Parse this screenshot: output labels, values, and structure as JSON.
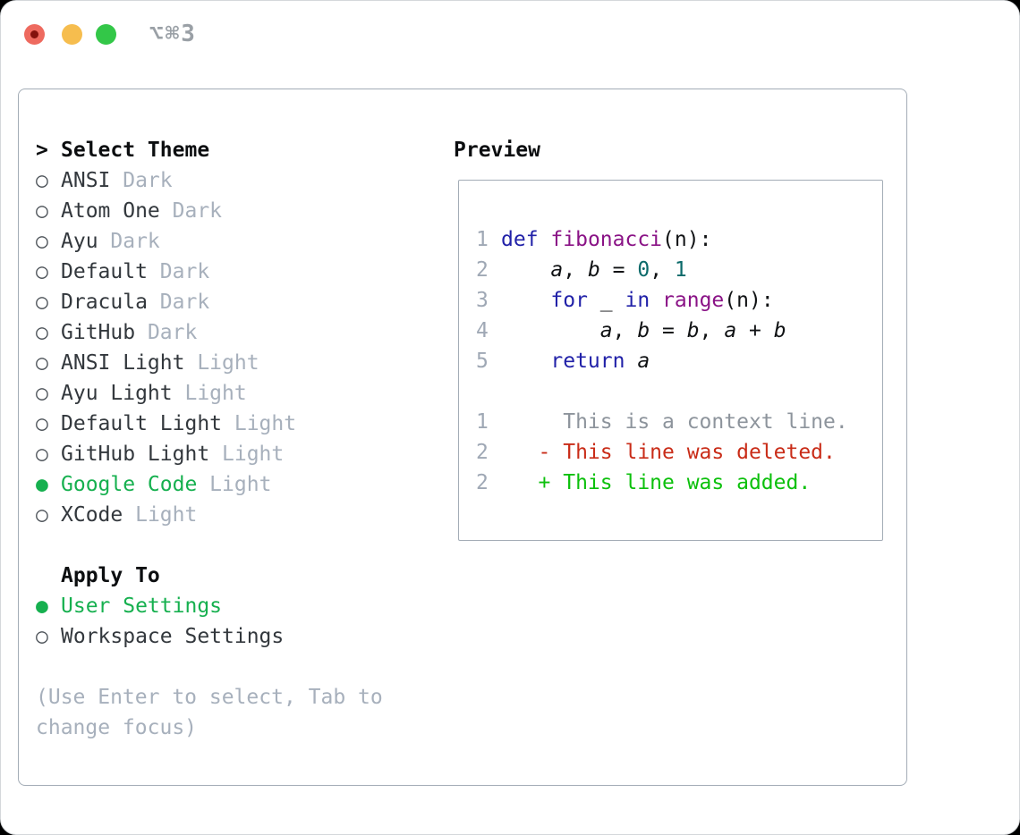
{
  "window": {
    "shortcut": "⌥⌘3"
  },
  "theme_panel": {
    "title_prefix": ">",
    "title": "Select Theme",
    "themes": [
      {
        "name": "ANSI",
        "variant": "Dark",
        "selected": false
      },
      {
        "name": "Atom One",
        "variant": "Dark",
        "selected": false
      },
      {
        "name": "Ayu",
        "variant": "Dark",
        "selected": false
      },
      {
        "name": "Default",
        "variant": "Dark",
        "selected": false
      },
      {
        "name": "Dracula",
        "variant": "Dark",
        "selected": false
      },
      {
        "name": "GitHub",
        "variant": "Dark",
        "selected": false
      },
      {
        "name": "ANSI Light",
        "variant": "Light",
        "selected": false
      },
      {
        "name": "Ayu Light",
        "variant": "Light",
        "selected": false
      },
      {
        "name": "Default Light",
        "variant": "Light",
        "selected": false
      },
      {
        "name": "GitHub Light",
        "variant": "Light",
        "selected": false
      },
      {
        "name": "Google Code",
        "variant": "Light",
        "selected": true
      },
      {
        "name": "XCode",
        "variant": "Light",
        "selected": false
      }
    ],
    "radio_unselected": "○",
    "radio_selected": "●",
    "apply_to": {
      "label": "Apply To",
      "options": [
        {
          "name": "User Settings",
          "selected": true
        },
        {
          "name": "Workspace Settings",
          "selected": false
        }
      ]
    },
    "hint": "(Use Enter to select, Tab to change focus)"
  },
  "preview": {
    "title": "Preview",
    "lines": [
      {
        "num": "1",
        "segments": [
          [
            "kwd",
            "def"
          ],
          [
            "pln",
            " "
          ],
          [
            "typ",
            "fibonacci"
          ],
          [
            "pln",
            "(n):"
          ]
        ]
      },
      {
        "num": "2",
        "segments": [
          [
            "pln",
            "    "
          ],
          [
            "var",
            "a"
          ],
          [
            "pln",
            ", "
          ],
          [
            "var",
            "b"
          ],
          [
            "pln",
            " = "
          ],
          [
            "lit",
            "0"
          ],
          [
            "pln",
            ", "
          ],
          [
            "lit",
            "1"
          ]
        ]
      },
      {
        "num": "3",
        "segments": [
          [
            "pln",
            "    "
          ],
          [
            "kwd",
            "for"
          ],
          [
            "pln",
            " _ "
          ],
          [
            "kwd",
            "in"
          ],
          [
            "pln",
            " "
          ],
          [
            "typ",
            "range"
          ],
          [
            "pln",
            "(n):"
          ]
        ]
      },
      {
        "num": "4",
        "segments": [
          [
            "pln",
            "        "
          ],
          [
            "var",
            "a"
          ],
          [
            "pln",
            ", "
          ],
          [
            "var",
            "b"
          ],
          [
            "pln",
            " = "
          ],
          [
            "var",
            "b"
          ],
          [
            "pln",
            ", "
          ],
          [
            "var",
            "a"
          ],
          [
            "pln",
            " + "
          ],
          [
            "var",
            "b"
          ]
        ]
      },
      {
        "num": "5",
        "segments": [
          [
            "pln",
            "    "
          ],
          [
            "kwd",
            "return"
          ],
          [
            "pln",
            " "
          ],
          [
            "var",
            "a"
          ]
        ]
      },
      {
        "num": "",
        "segments": []
      },
      {
        "num": "1",
        "segments": [
          [
            "ctx",
            "     This is a context line."
          ]
        ]
      },
      {
        "num": "2",
        "segments": [
          [
            "del",
            "   - This line was deleted."
          ]
        ]
      },
      {
        "num": "2",
        "segments": [
          [
            "add",
            "   + This line was added."
          ]
        ]
      }
    ]
  },
  "colors": {
    "accent-green": "#16b04f",
    "text": "#33383d",
    "heading": "#0c0e10",
    "muted": "#a7b0bc",
    "ring": "#4c5258",
    "border": "#a3acb6",
    "lnum": "#9fa8b5",
    "kwd": "#2121a8",
    "typ": "#8a1386",
    "lit": "#0b6a6a",
    "pln": "#101214",
    "ctx": "#8d949c",
    "del": "#c92c18",
    "add": "#0cc00c",
    "tl-red": "#ee6a5f",
    "tl-red-dot": "#84120d",
    "tl-yellow": "#f6bd4e",
    "tl-green": "#33c748",
    "shortcut": "#9aa0a6"
  }
}
